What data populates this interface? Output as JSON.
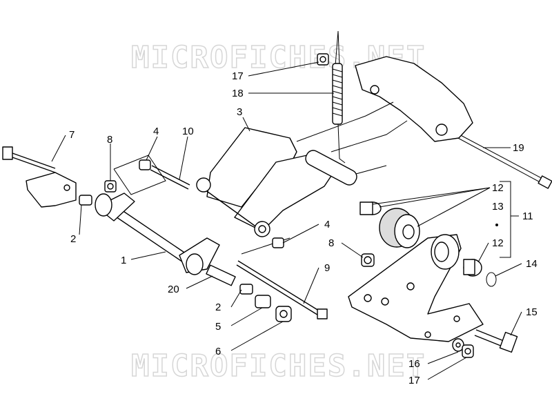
{
  "watermark": {
    "top": "MICROFICHES.NET",
    "bottom": "MICROFICHES.NET"
  },
  "callouts": {
    "c1": "1",
    "c2a": "2",
    "c2b": "2",
    "c3": "3",
    "c4a": "4",
    "c4b": "4",
    "c5": "5",
    "c6": "6",
    "c7": "7",
    "c8a": "8",
    "c8b": "8",
    "c9": "9",
    "c10": "10",
    "c11": "11",
    "c12a": "12",
    "c12b": "12",
    "c13": "13",
    "c14": "14",
    "c15": "15",
    "c16": "16",
    "c17a": "17",
    "c17b": "17",
    "c18": "18",
    "c19": "19",
    "c20": "20"
  }
}
